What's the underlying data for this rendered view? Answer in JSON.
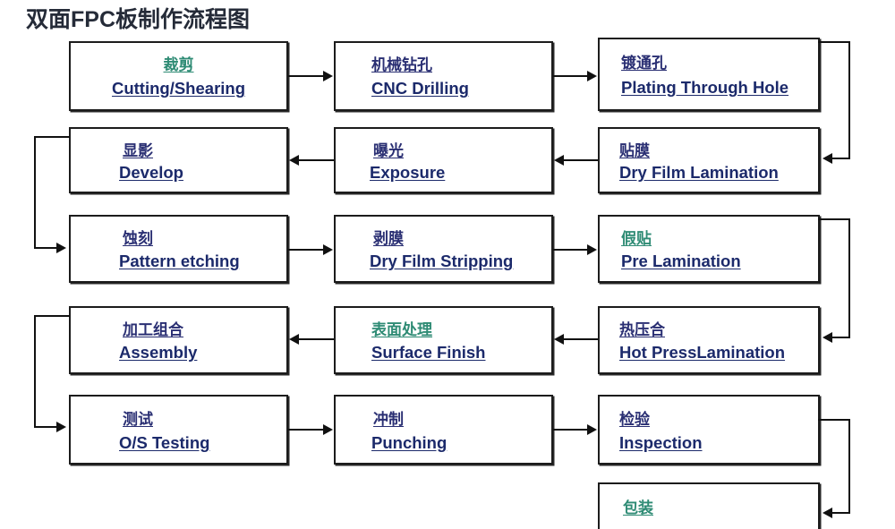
{
  "title": "双面FPC板制作流程图",
  "diagram": {
    "type": "flowchart",
    "orientation": "serpentine-3-column",
    "background": "#ffffff",
    "box_border_color": "#1c1c1c",
    "english_text_color": "#1c2a6b",
    "chinese_navy_color": "#2a2f73",
    "chinese_teal_color": "#2e8b74",
    "nodes": [
      {
        "id": "cutting",
        "cn": "裁剪",
        "en": "Cutting/Shearing",
        "cn_color": "teal",
        "row": 1,
        "col": 1
      },
      {
        "id": "drilling",
        "cn": "机械钻孔",
        "en": "CNC Drilling",
        "cn_color": "navy",
        "row": 1,
        "col": 2
      },
      {
        "id": "pth",
        "cn": "镀通孔",
        "en": "Plating Through Hole",
        "cn_color": "navy",
        "row": 1,
        "col": 3
      },
      {
        "id": "develop",
        "cn": "显影",
        "en": "Develop",
        "cn_color": "navy",
        "row": 2,
        "col": 1
      },
      {
        "id": "exposure",
        "cn": "曝光",
        "en": "Exposure",
        "cn_color": "navy",
        "row": 2,
        "col": 2
      },
      {
        "id": "dfl",
        "cn": "贴膜",
        "en": "Dry Film Lamination",
        "cn_color": "navy",
        "row": 2,
        "col": 3
      },
      {
        "id": "etching",
        "cn": "蚀刻",
        "en": "Pattern etching",
        "cn_color": "navy",
        "row": 3,
        "col": 1
      },
      {
        "id": "stripping",
        "cn": "剥膜",
        "en": "Dry Film Stripping",
        "cn_color": "navy",
        "row": 3,
        "col": 2
      },
      {
        "id": "prelam",
        "cn": "假贴",
        "en": " Pre Lamination",
        "cn_color": "teal",
        "row": 3,
        "col": 3
      },
      {
        "id": "assembly",
        "cn": "加工组合",
        "en": "Assembly",
        "cn_color": "navy",
        "row": 4,
        "col": 1
      },
      {
        "id": "surface",
        "cn": "表面处理",
        "en": "Surface  Finish",
        "cn_color": "teal",
        "row": 4,
        "col": 2
      },
      {
        "id": "hotpress",
        "cn": "热压合",
        "en": "Hot PressLamination",
        "cn_color": "navy",
        "row": 4,
        "col": 3
      },
      {
        "id": "testing",
        "cn": "测试",
        "en": "O/S Testing",
        "cn_color": "navy",
        "row": 5,
        "col": 1
      },
      {
        "id": "punching",
        "cn": "冲制",
        "en": "Punching",
        "cn_color": "navy",
        "row": 5,
        "col": 2
      },
      {
        "id": "inspect",
        "cn": "检验",
        "en": "Inspection",
        "cn_color": "navy",
        "row": 5,
        "col": 3
      },
      {
        "id": "packaging",
        "cn": "包装",
        "en": "",
        "cn_color": "teal",
        "row": 6,
        "col": 3
      }
    ],
    "edges": [
      {
        "from": "cutting",
        "to": "drilling",
        "direction": "right"
      },
      {
        "from": "drilling",
        "to": "pth",
        "direction": "right"
      },
      {
        "from": "pth",
        "to": "dfl",
        "direction": "down-right-wrap"
      },
      {
        "from": "dfl",
        "to": "exposure",
        "direction": "left"
      },
      {
        "from": "exposure",
        "to": "develop",
        "direction": "left"
      },
      {
        "from": "develop",
        "to": "etching",
        "direction": "down-left-wrap"
      },
      {
        "from": "etching",
        "to": "stripping",
        "direction": "right"
      },
      {
        "from": "stripping",
        "to": "prelam",
        "direction": "right"
      },
      {
        "from": "prelam",
        "to": "hotpress",
        "direction": "down-right-wrap"
      },
      {
        "from": "hotpress",
        "to": "surface",
        "direction": "left"
      },
      {
        "from": "surface",
        "to": "assembly",
        "direction": "left"
      },
      {
        "from": "assembly",
        "to": "testing",
        "direction": "down-left-wrap"
      },
      {
        "from": "testing",
        "to": "punching",
        "direction": "right"
      },
      {
        "from": "punching",
        "to": "inspect",
        "direction": "right"
      },
      {
        "from": "inspect",
        "to": "packaging",
        "direction": "down-right-wrap"
      }
    ]
  }
}
